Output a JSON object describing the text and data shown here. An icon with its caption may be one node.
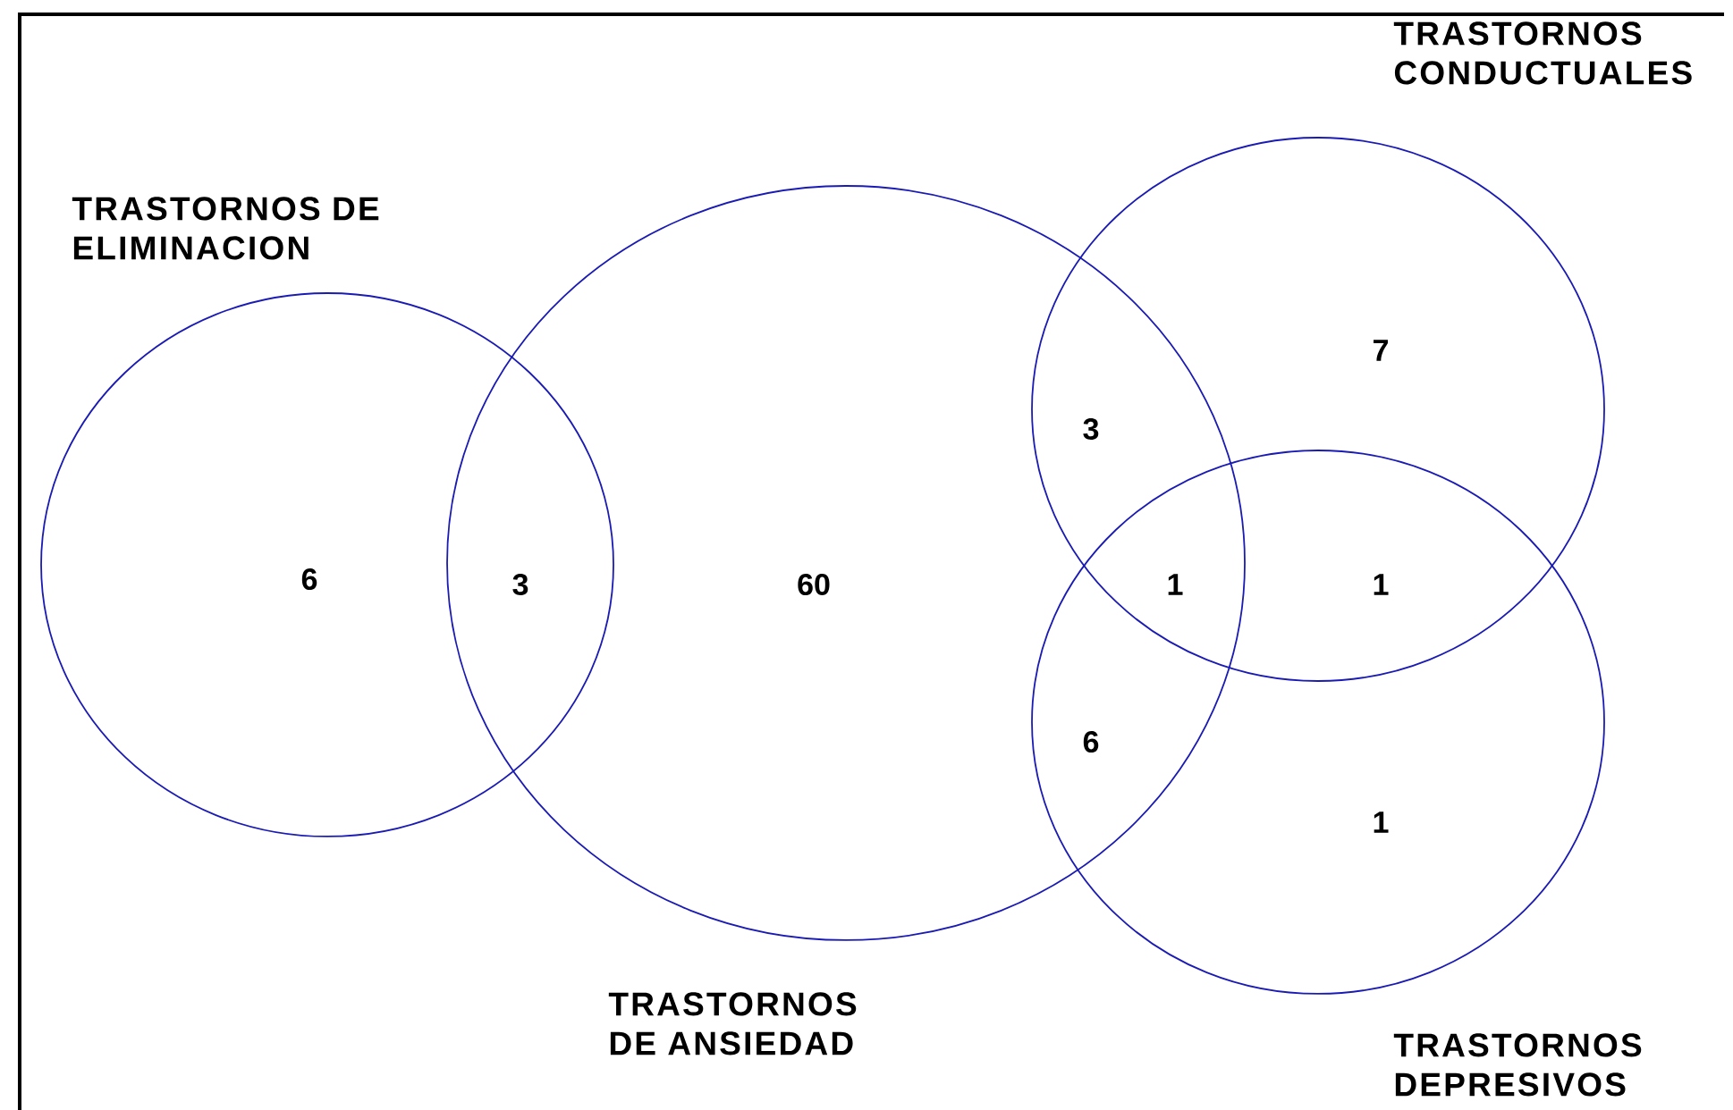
{
  "diagram": {
    "nodes": [
      {
        "text": [
          "TRASTORNOS DE ELIMINACION"
        ]
      },
      {
        "text": [
          "TRASTORNOS DE ANSIEDAD"
        ]
      },
      {
        "text": [
          "TRASTORNOS CONDUCTUALES"
        ]
      },
      {
        "text": [
          "TRASTORNOS DEPRESIVOS"
        ]
      }
    ],
    "labels": [
      "7",
      "3",
      "6",
      "3",
      "60",
      "1",
      "1",
      "6",
      "1"
    ]
  }
}
